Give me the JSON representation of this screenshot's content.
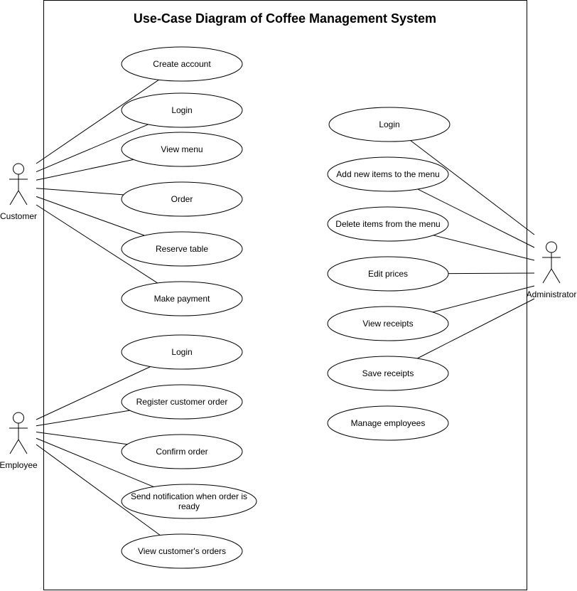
{
  "title": "Use-Case Diagram of Coffee Management System",
  "actors": [
    {
      "id": "customer",
      "label": "Customer"
    },
    {
      "id": "employee",
      "label": "Employee"
    },
    {
      "id": "administrator",
      "label": "Administrator"
    }
  ],
  "use_cases": {
    "customer": [
      {
        "id": "create-account",
        "lines": [
          "Create account"
        ]
      },
      {
        "id": "customer-login",
        "lines": [
          "Login"
        ]
      },
      {
        "id": "view-menu",
        "lines": [
          "View menu"
        ]
      },
      {
        "id": "order",
        "lines": [
          "Order"
        ]
      },
      {
        "id": "reserve-table",
        "lines": [
          "Reserve table"
        ]
      },
      {
        "id": "make-payment",
        "lines": [
          "Make payment"
        ]
      }
    ],
    "employee": [
      {
        "id": "employee-login",
        "lines": [
          "Login"
        ]
      },
      {
        "id": "register-customer-order",
        "lines": [
          "Register customer order"
        ]
      },
      {
        "id": "confirm-order",
        "lines": [
          "Confirm order"
        ]
      },
      {
        "id": "send-notification",
        "lines": [
          "Send notification when order is",
          "ready"
        ]
      },
      {
        "id": "view-customers-orders",
        "lines": [
          "View customer's orders"
        ]
      }
    ],
    "administrator": [
      {
        "id": "admin-login",
        "lines": [
          "Login"
        ]
      },
      {
        "id": "add-new-items",
        "lines": [
          "Add new items to the menu"
        ]
      },
      {
        "id": "delete-items",
        "lines": [
          "Delete items from the menu"
        ]
      },
      {
        "id": "edit-prices",
        "lines": [
          "Edit prices"
        ]
      },
      {
        "id": "view-receipts",
        "lines": [
          "View receipts"
        ]
      },
      {
        "id": "save-receipts",
        "lines": [
          "Save receipts"
        ]
      },
      {
        "id": "manage-employees",
        "lines": [
          "Manage employees"
        ]
      }
    ]
  },
  "associations": {
    "customer": [
      "create-account",
      "customer-login",
      "view-menu",
      "order",
      "reserve-table",
      "make-payment"
    ],
    "employee": [
      "employee-login",
      "register-customer-order",
      "confirm-order",
      "send-notification",
      "view-customers-orders"
    ],
    "administrator": [
      "admin-login",
      "add-new-items",
      "delete-items",
      "edit-prices",
      "view-receipts",
      "save-receipts"
    ]
  }
}
